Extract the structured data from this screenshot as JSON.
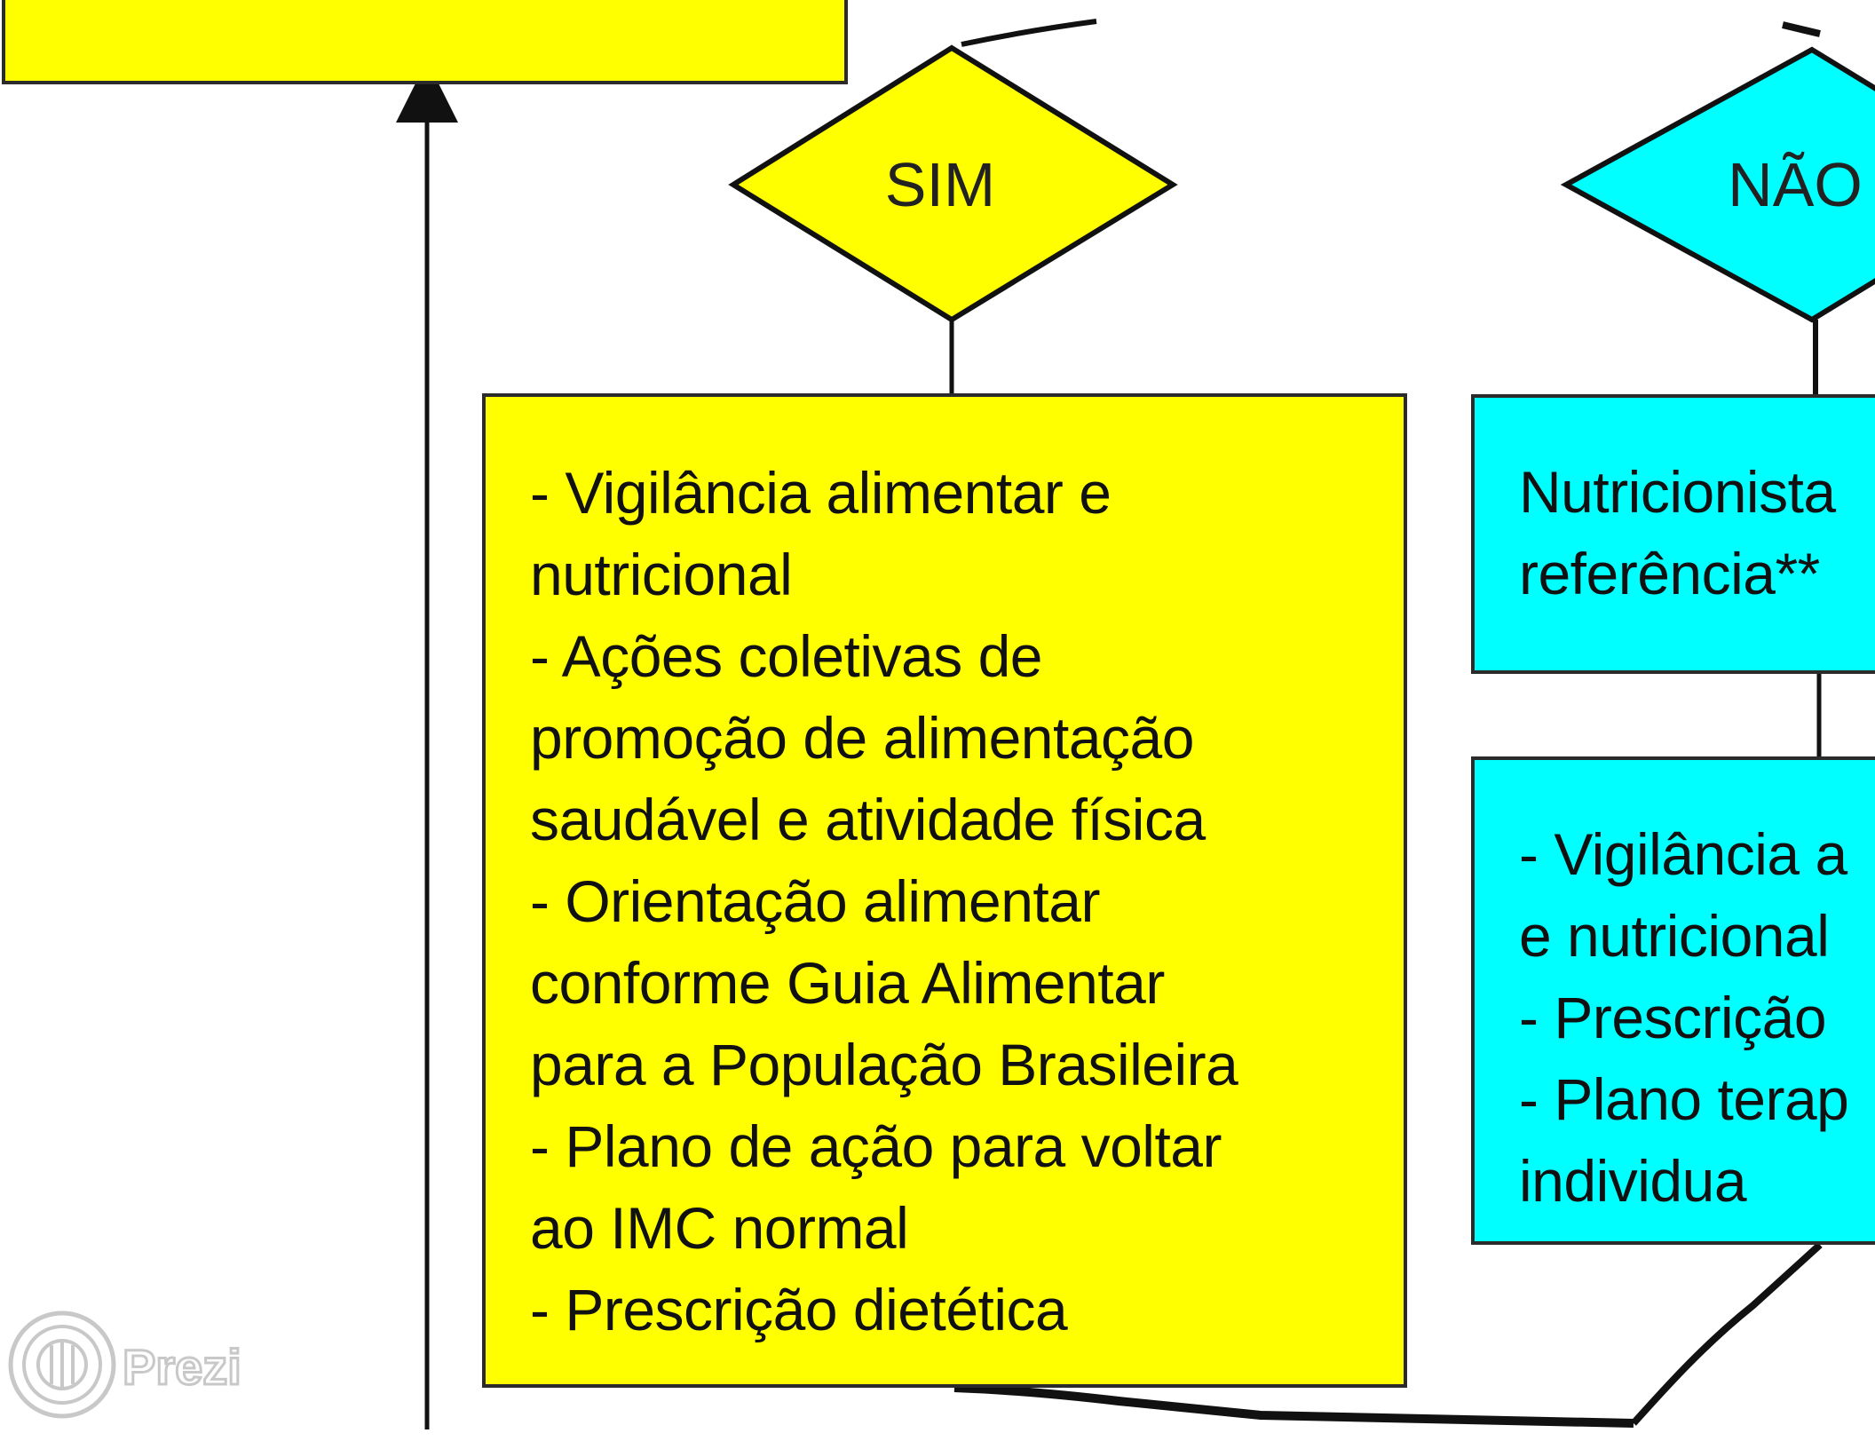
{
  "diagram": {
    "decisions": {
      "sim_label": "SIM",
      "nao_label": "NÃO"
    },
    "sim_actions": {
      "lines": [
        "- Vigilância alimentar e",
        "nutricional",
        "- Ações coletivas de",
        "promoção de alimentação",
        "saudável e atividade física",
        "- Orientação alimentar",
        "conforme Guia Alimentar",
        "para a População Brasileira",
        "- Plano de ação para voltar",
        "ao IMC normal",
        "- Prescrição dietética"
      ]
    },
    "nao_referral": {
      "lines": [
        "Nutricionista",
        "referência**"
      ]
    },
    "nao_actions": {
      "lines": [
        "- Vigilância a",
        "e nutricional",
        "- Prescrição",
        "- Plano terap",
        "individua"
      ]
    }
  },
  "colors": {
    "yes_branch": "#ffff00",
    "no_branch": "#00ffff",
    "outline": "#2b2b2b"
  },
  "watermark": {
    "brand": "Prezi",
    "icon": "prezi-logo-icon"
  }
}
